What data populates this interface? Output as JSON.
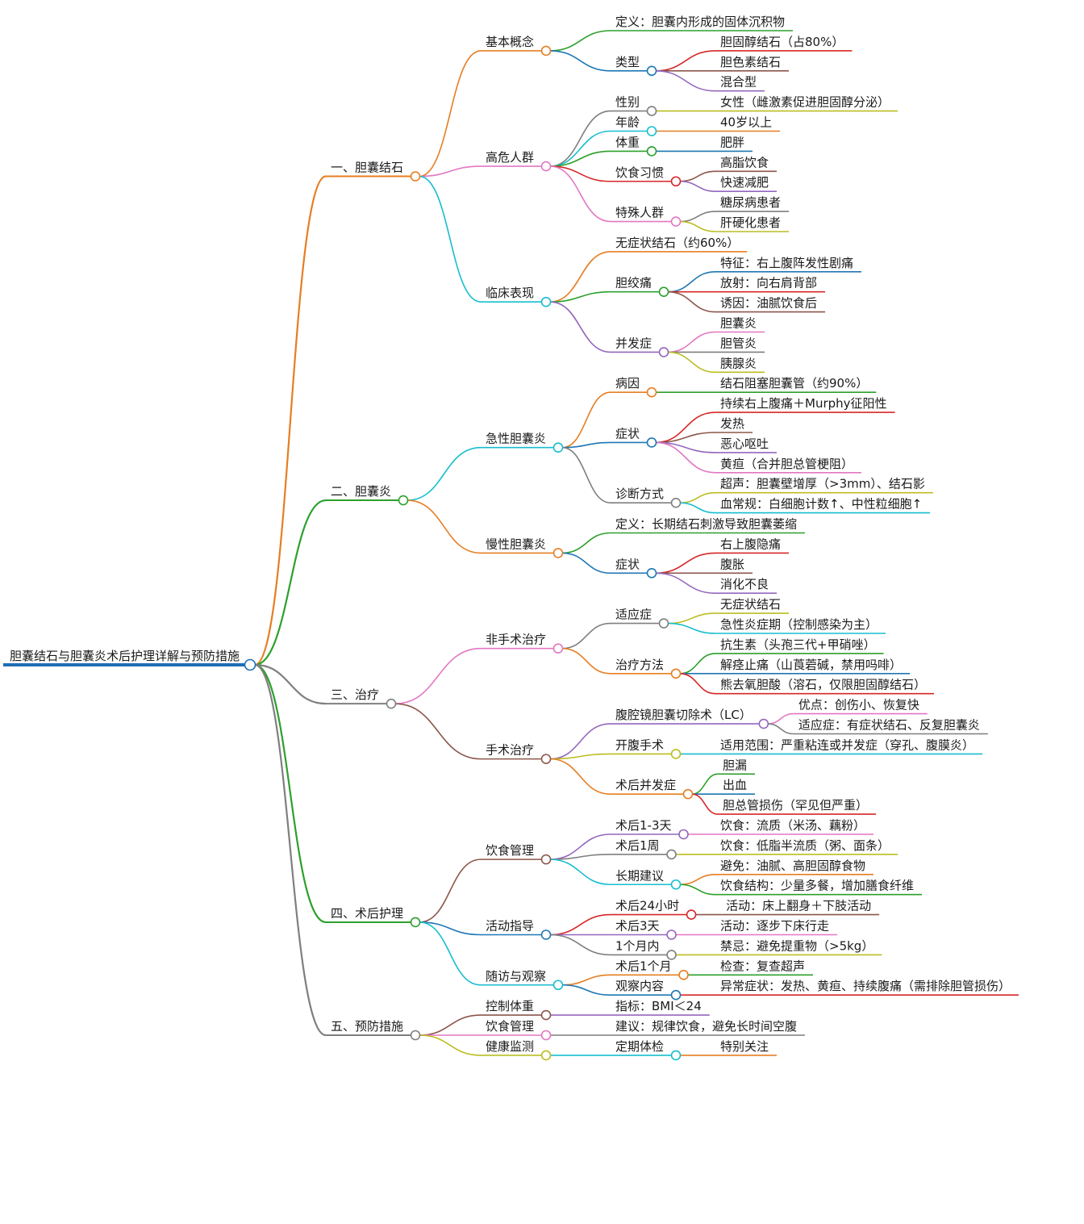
{
  "mindmap": {
    "root": {
      "label": "胆囊结石与胆囊炎术后护理详解与预防措施",
      "children": [
        {
          "label": "一、胆囊结石",
          "children": [
            {
              "label": "基本概念",
              "children": [
                {
                  "label": "定义：胆囊内形成的固体沉积物"
                },
                {
                  "label": "类型",
                  "children": [
                    {
                      "label": "胆固醇结石（占80%）"
                    },
                    {
                      "label": "胆色素结石"
                    },
                    {
                      "label": "混合型"
                    }
                  ]
                }
              ]
            },
            {
              "label": "高危人群",
              "children": [
                {
                  "label": "性别",
                  "children": [
                    {
                      "label": "女性（雌激素促进胆固醇分泌）"
                    }
                  ]
                },
                {
                  "label": "年龄",
                  "children": [
                    {
                      "label": "40岁以上"
                    }
                  ]
                },
                {
                  "label": "体重",
                  "children": [
                    {
                      "label": "肥胖"
                    }
                  ]
                },
                {
                  "label": "饮食习惯",
                  "children": [
                    {
                      "label": "高脂饮食"
                    },
                    {
                      "label": "快速减肥"
                    }
                  ]
                },
                {
                  "label": "特殊人群",
                  "children": [
                    {
                      "label": "糖尿病患者"
                    },
                    {
                      "label": "肝硬化患者"
                    }
                  ]
                }
              ]
            },
            {
              "label": "临床表现",
              "children": [
                {
                  "label": "无症状结石（约60%）"
                },
                {
                  "label": "胆绞痛",
                  "children": [
                    {
                      "label": "特征：右上腹阵发性剧痛"
                    },
                    {
                      "label": "放射：向右肩背部"
                    },
                    {
                      "label": "诱因：油腻饮食后"
                    }
                  ]
                },
                {
                  "label": "并发症",
                  "children": [
                    {
                      "label": "胆囊炎"
                    },
                    {
                      "label": "胆管炎"
                    },
                    {
                      "label": "胰腺炎"
                    }
                  ]
                }
              ]
            }
          ]
        },
        {
          "label": "二、胆囊炎",
          "children": [
            {
              "label": "急性胆囊炎",
              "children": [
                {
                  "label": "病因",
                  "children": [
                    {
                      "label": "结石阻塞胆囊管（约90%）"
                    }
                  ]
                },
                {
                  "label": "症状",
                  "children": [
                    {
                      "label": "持续右上腹痛＋Murphy征阳性"
                    },
                    {
                      "label": "发热"
                    },
                    {
                      "label": "恶心呕吐"
                    },
                    {
                      "label": "黄疸（合并胆总管梗阻）"
                    }
                  ]
                },
                {
                  "label": "诊断方式",
                  "children": [
                    {
                      "label": "超声：胆囊壁增厚（>3mm）、结石影"
                    },
                    {
                      "label": "血常规：白细胞计数↑、中性粒细胞↑"
                    }
                  ]
                }
              ]
            },
            {
              "label": "慢性胆囊炎",
              "children": [
                {
                  "label": "定义：长期结石刺激导致胆囊萎缩"
                },
                {
                  "label": "症状",
                  "children": [
                    {
                      "label": "右上腹隐痛"
                    },
                    {
                      "label": "腹胀"
                    },
                    {
                      "label": "消化不良"
                    }
                  ]
                }
              ]
            }
          ]
        },
        {
          "label": "三、治疗",
          "children": [
            {
              "label": "非手术治疗",
              "children": [
                {
                  "label": "适应症",
                  "children": [
                    {
                      "label": "无症状结石"
                    },
                    {
                      "label": "急性炎症期（控制感染为主）"
                    }
                  ]
                },
                {
                  "label": "治疗方法",
                  "children": [
                    {
                      "label": "抗生素（头孢三代+甲硝唑）"
                    },
                    {
                      "label": "解痉止痛（山莨菪碱，禁用吗啡）"
                    },
                    {
                      "label": "熊去氧胆酸（溶石，仅限胆固醇结石）"
                    }
                  ]
                }
              ]
            },
            {
              "label": "手术治疗",
              "children": [
                {
                  "label": "腹腔镜胆囊切除术（LC）",
                  "children": [
                    {
                      "label": "优点：创伤小、恢复快"
                    },
                    {
                      "label": "适应症：有症状结石、反复胆囊炎"
                    }
                  ]
                },
                {
                  "label": "开腹手术",
                  "children": [
                    {
                      "label": "适用范围：严重粘连或并发症（穿孔、腹膜炎）"
                    }
                  ]
                },
                {
                  "label": "术后并发症",
                  "children": [
                    {
                      "label": "胆漏"
                    },
                    {
                      "label": "出血"
                    },
                    {
                      "label": "胆总管损伤（罕见但严重）"
                    }
                  ]
                }
              ]
            }
          ]
        },
        {
          "label": "四、术后护理",
          "children": [
            {
              "label": "饮食管理",
              "children": [
                {
                  "label": "术后1-3天",
                  "children": [
                    {
                      "label": "饮食：流质（米汤、藕粉）"
                    }
                  ]
                },
                {
                  "label": "术后1周",
                  "children": [
                    {
                      "label": "饮食：低脂半流质（粥、面条）"
                    }
                  ]
                },
                {
                  "label": "长期建议",
                  "children": [
                    {
                      "label": "避免：油腻、高胆固醇食物"
                    },
                    {
                      "label": "饮食结构：少量多餐，增加膳食纤维"
                    }
                  ]
                }
              ]
            },
            {
              "label": "活动指导",
              "children": [
                {
                  "label": "术后24小时",
                  "children": [
                    {
                      "label": "活动：床上翻身＋下肢活动"
                    }
                  ]
                },
                {
                  "label": "术后3天",
                  "children": [
                    {
                      "label": "活动：逐步下床行走"
                    }
                  ]
                },
                {
                  "label": "1个月内",
                  "children": [
                    {
                      "label": "禁忌：避免提重物（>5kg）"
                    }
                  ]
                }
              ]
            },
            {
              "label": "随访与观察",
              "children": [
                {
                  "label": "术后1个月",
                  "children": [
                    {
                      "label": "检查：复查超声"
                    }
                  ]
                },
                {
                  "label": "观察内容",
                  "children": [
                    {
                      "label": "异常症状：发热、黄疸、持续腹痛（需排除胆管损伤）"
                    }
                  ]
                }
              ]
            }
          ]
        },
        {
          "label": "五、预防措施",
          "children": [
            {
              "label": "控制体重",
              "children": [
                {
                  "label": "指标：BMI＜24"
                }
              ]
            },
            {
              "label": "饮食管理",
              "children": [
                {
                  "label": "建议：规律饮食，避免长时间空腹"
                }
              ]
            },
            {
              "label": "健康监测",
              "children": [
                {
                  "label": "定期体检",
                  "children": [
                    {
                      "label": "特别关注"
                    }
                  ]
                }
              ]
            }
          ]
        }
      ]
    },
    "colors": {
      "root": "#1f6fb5",
      "palette": [
        "#e67e22",
        "#2ca02c",
        "#1f77b4",
        "#d62728",
        "#8c564b",
        "#9467bd",
        "#e377c2",
        "#7f7f7f",
        "#bcbd22",
        "#17becf"
      ]
    }
  }
}
